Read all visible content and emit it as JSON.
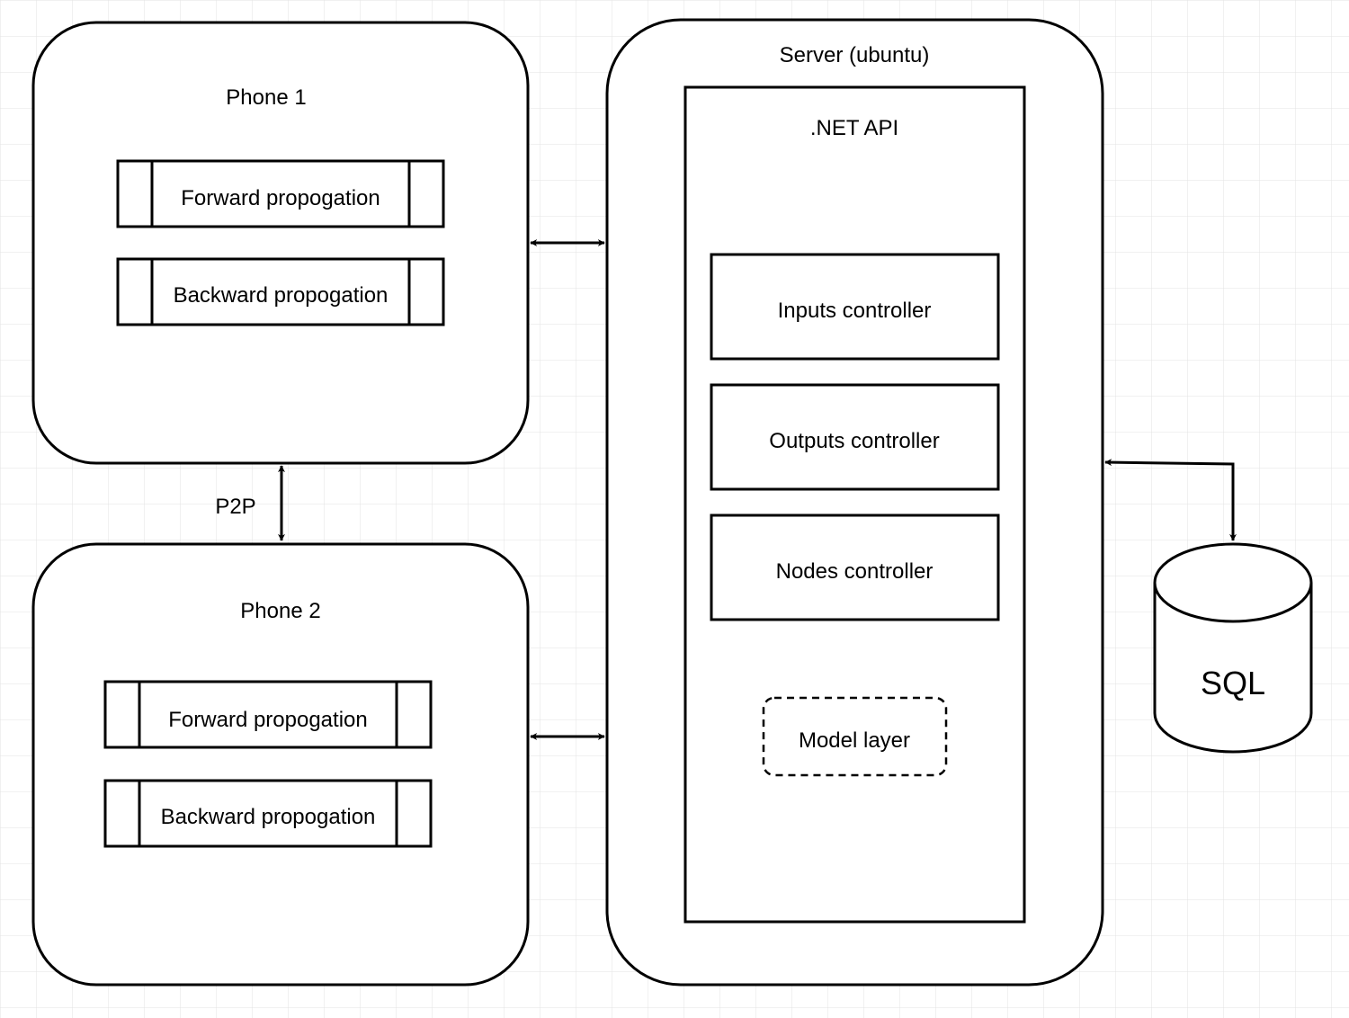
{
  "colors": {
    "grid": "#e3e3e3",
    "stroke": "#000000",
    "fill": "#ffffff"
  },
  "phone1": {
    "title": "Phone 1",
    "forward_label": "Forward propogation",
    "backward_label": "Backward propogation"
  },
  "phone2": {
    "title": "Phone 2",
    "forward_label": "Forward propogation",
    "backward_label": "Backward propogation"
  },
  "p2p_label": "P2P",
  "server": {
    "title": "Server (ubuntu)",
    "api": {
      "title": ".NET API",
      "inputs_controller": "Inputs controller",
      "outputs_controller": "Outputs controller",
      "nodes_controller": "Nodes controller",
      "model_layer": "Model layer"
    }
  },
  "database": {
    "label": "SQL",
    "icon": "database-cylinder-icon"
  }
}
